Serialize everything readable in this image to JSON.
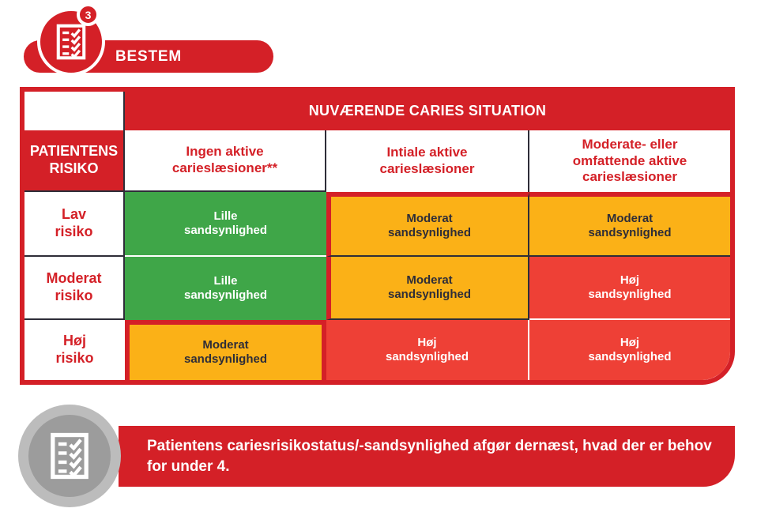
{
  "step_badge": {
    "number": "3",
    "label": "BESTEM"
  },
  "table": {
    "situation_header": "NUVÆRENDE CARIES SITUATION",
    "risk_header": "PATIENTENS\nRISIKO",
    "columns": [
      "Ingen aktive\ncarieslæsioner**",
      "Intiale aktive\ncarieslæsioner",
      "Moderate- eller\nomfattende aktive\ncarieslæsioner"
    ],
    "rows": [
      {
        "label": "Lav\nrisiko",
        "cells": [
          {
            "text": "Lille\nsandsynlighed",
            "level": "low"
          },
          {
            "text": "Moderat\nsandsynlighed",
            "level": "moderate"
          },
          {
            "text": "Moderat\nsandsynlighed",
            "level": "moderate"
          }
        ]
      },
      {
        "label": "Moderat\nrisiko",
        "cells": [
          {
            "text": "Lille\nsandsynlighed",
            "level": "low"
          },
          {
            "text": "Moderat\nsandsynlighed",
            "level": "moderate"
          },
          {
            "text": "Høj\nsandsynlighed",
            "level": "high"
          }
        ]
      },
      {
        "label": "Høj\nrisiko",
        "cells": [
          {
            "text": "Moderat\nsandsynlighed",
            "level": "moderate"
          },
          {
            "text": "Høj\nsandsynlighed",
            "level": "high"
          },
          {
            "text": "Høj\nsandsynlighed",
            "level": "high"
          }
        ]
      }
    ]
  },
  "footer": {
    "note": "Patientens cariesrisikostatus/-sandsynlighed afgør dernæst, hvad der er behov for under 4."
  },
  "colors": {
    "brand_red": "#d42027",
    "probability_low_green": "#3fa648",
    "probability_moderate_orange": "#fbb117",
    "probability_high_red": "#ee4036",
    "dark_text": "#2e2d38",
    "gray_ring": "#bcbcbc",
    "gray_circle": "#9c9c9c"
  }
}
